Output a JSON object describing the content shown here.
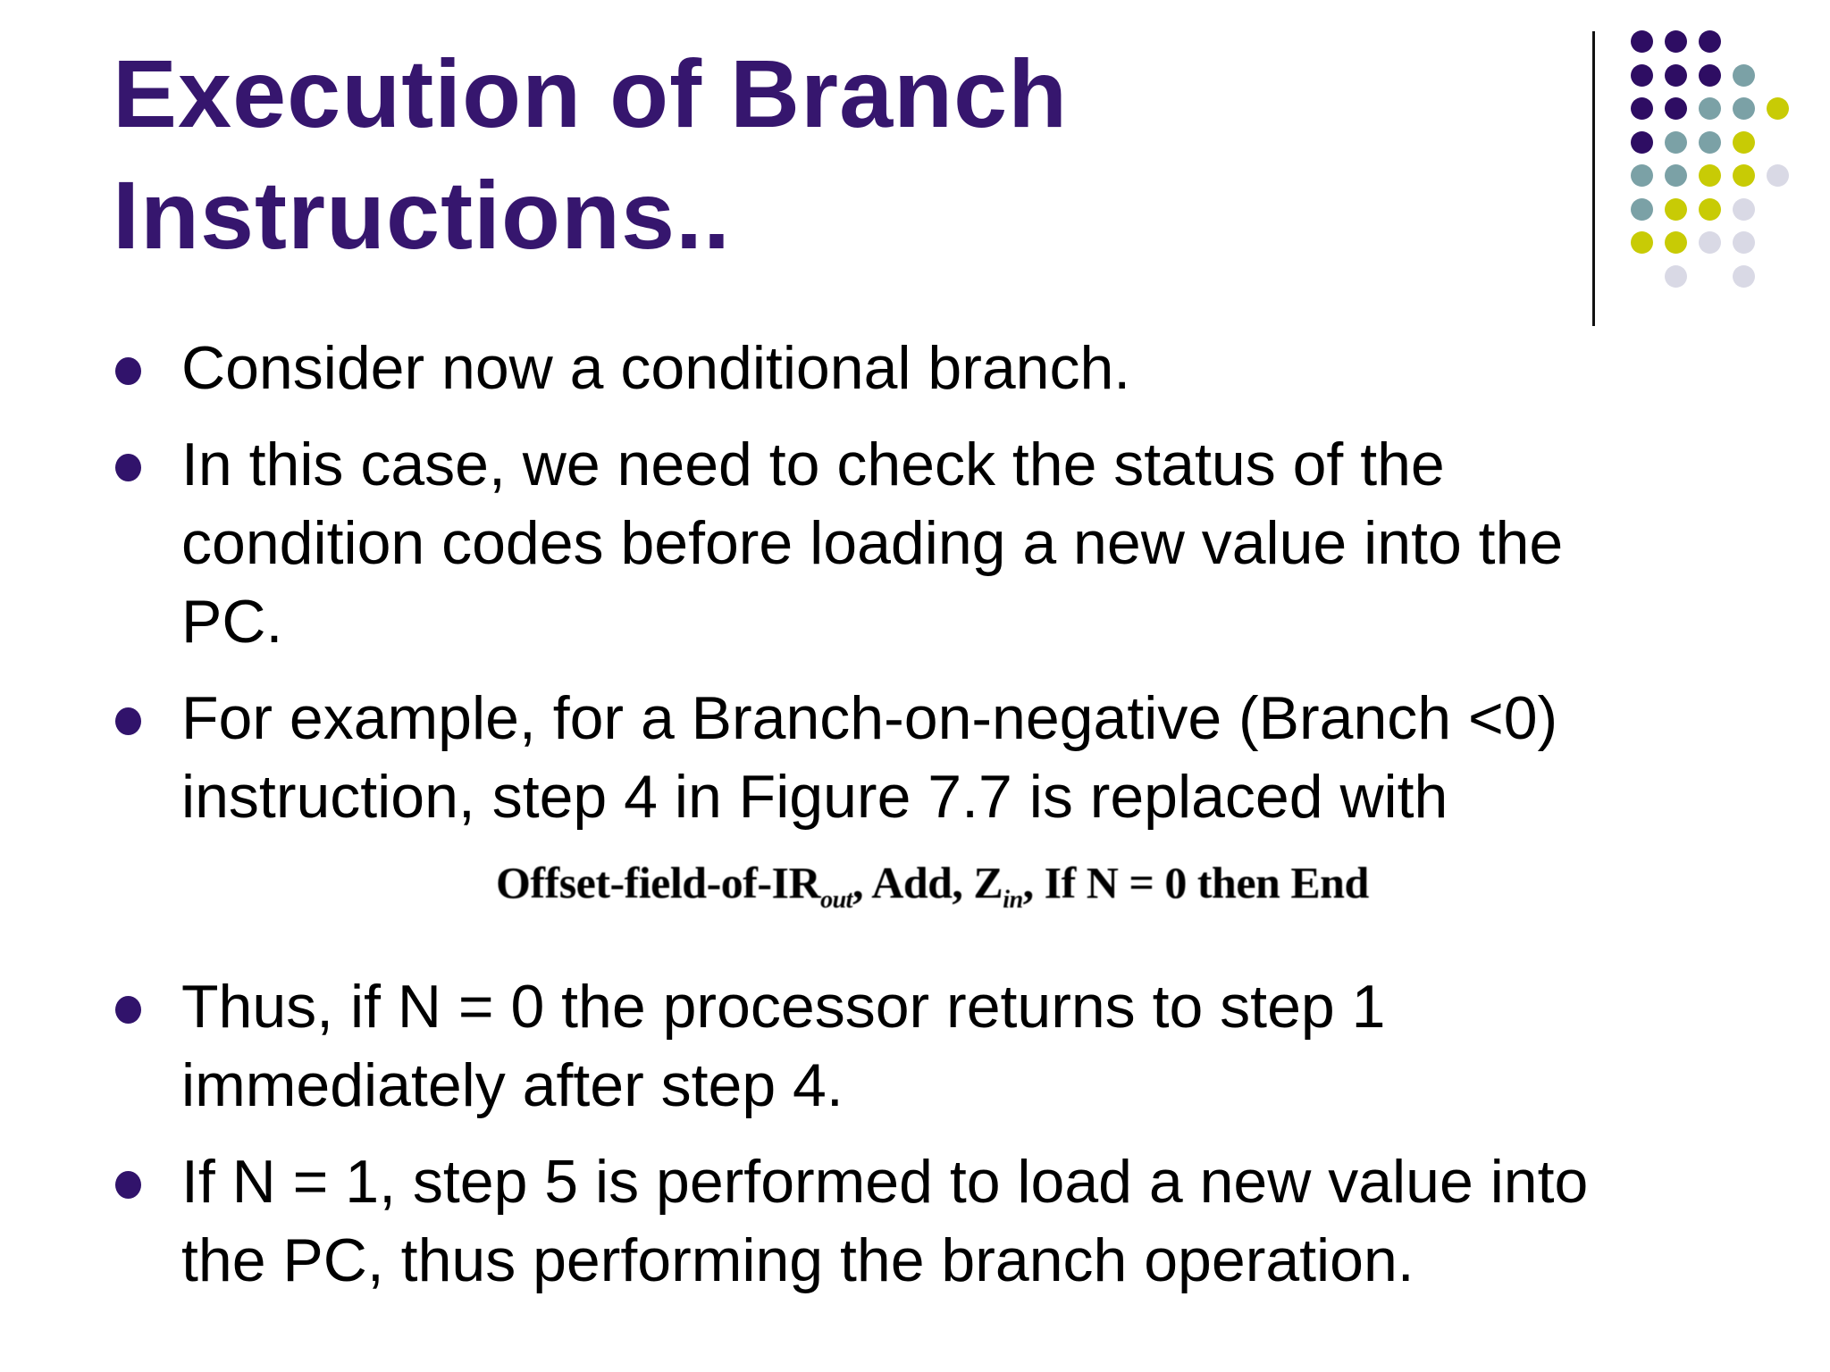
{
  "slide": {
    "title": "Execution of Branch Instructions..",
    "bullets": [
      "Consider now a conditional branch.",
      "In this case, we need to check the status of the\ncondition codes before loading a new value into the\nPC.",
      "For example, for a Branch-on-negative (Branch <0)\ninstruction, step 4 in Figure 7.7 is replaced with",
      "Thus, if N = 0 the processor returns to step 1\nimmediately after step 4.",
      "If N = 1, step 5 is performed to load a new value into\nthe PC, thus performing the branch operation."
    ],
    "formula": {
      "part1": "Offset-field-of-IR",
      "sub1": "out",
      "part2": ", Add, Z",
      "sub2": "in",
      "part3": ", If N = 0 then End"
    }
  },
  "colors": {
    "background": "#FFFFFF",
    "title": "#36166E",
    "body_text": "#000000",
    "bullet_marker": "#31136B",
    "divider_line": "#111111"
  },
  "decoration": {
    "palette": {
      "P": "#2E0D63",
      "T": "#7BA1A6",
      "Y": "#C8CB05",
      "L": "#D9D9E5"
    },
    "pattern": [
      [
        "P",
        "P",
        "P",
        "",
        ""
      ],
      [
        "P",
        "P",
        "P",
        "T",
        ""
      ],
      [
        "P",
        "P",
        "T",
        "T",
        "Y"
      ],
      [
        "P",
        "T",
        "T",
        "Y",
        ""
      ],
      [
        "T",
        "T",
        "Y",
        "Y",
        "L"
      ],
      [
        "T",
        "Y",
        "Y",
        "L",
        ""
      ],
      [
        "Y",
        "Y",
        "L",
        "L",
        ""
      ],
      [
        "",
        "L",
        "",
        "L",
        ""
      ]
    ]
  }
}
